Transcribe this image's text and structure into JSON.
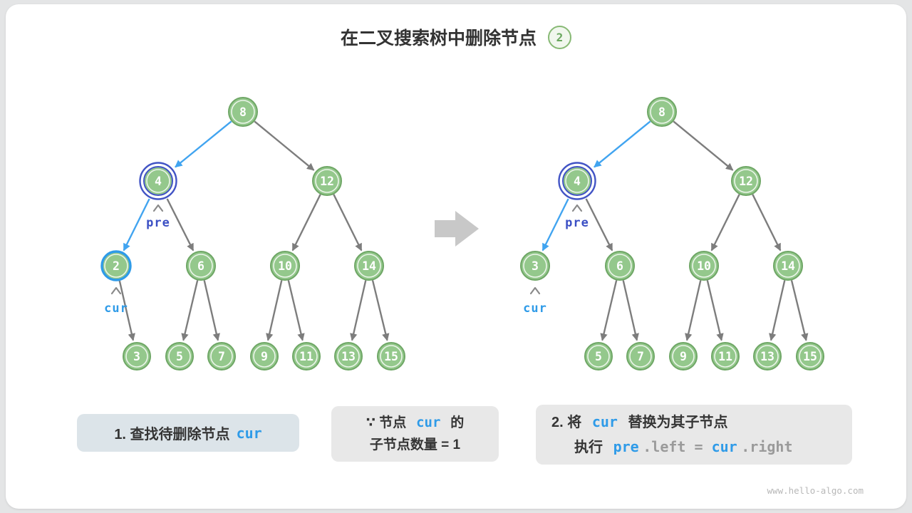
{
  "page": {
    "title": "在二叉搜索树中删除节点",
    "badge": "2",
    "watermark": "www.hello-algo.com"
  },
  "labels": {
    "pre": "pre",
    "cur": "cur"
  },
  "left_tree": {
    "nodes": {
      "n8": "8",
      "n4": "4",
      "n12": "12",
      "n2": "2",
      "n6": "6",
      "n10": "10",
      "n14": "14",
      "n3": "3",
      "n5": "5",
      "n7": "7",
      "n9": "9",
      "n11": "11",
      "n13": "13",
      "n15": "15"
    }
  },
  "right_tree": {
    "nodes": {
      "n8": "8",
      "n4": "4",
      "n12": "12",
      "n3": "3",
      "n6": "6",
      "n10": "10",
      "n14": "14",
      "n5": "5",
      "n7": "7",
      "n9": "9",
      "n11": "11",
      "n13": "13",
      "n15": "15"
    }
  },
  "captions": {
    "step1": {
      "prefix": "1. 查找待删除节点",
      "cur": "cur"
    },
    "why": {
      "line1_prefix": "∵ 节点",
      "cur": "cur",
      "line1_suffix": "的",
      "line2": "子节点数量 = 1"
    },
    "step2": {
      "line1_prefix": "2. 将",
      "cur": "cur",
      "line1_suffix": "替换为其子节点",
      "line2_exec": "执行",
      "pre": "pre",
      "code_mid": ".left = ",
      "cur2": "cur",
      "code_end": ".right"
    }
  },
  "colors": {
    "node_green": "#94c88c",
    "node_border": "#6fa766",
    "edge_gray": "#7d7d7d",
    "edge_blue": "#41a4f0",
    "pre_ring": "#4254c5",
    "cur_blue": "#2f9be8",
    "pre_text": "#3b4fc4"
  }
}
